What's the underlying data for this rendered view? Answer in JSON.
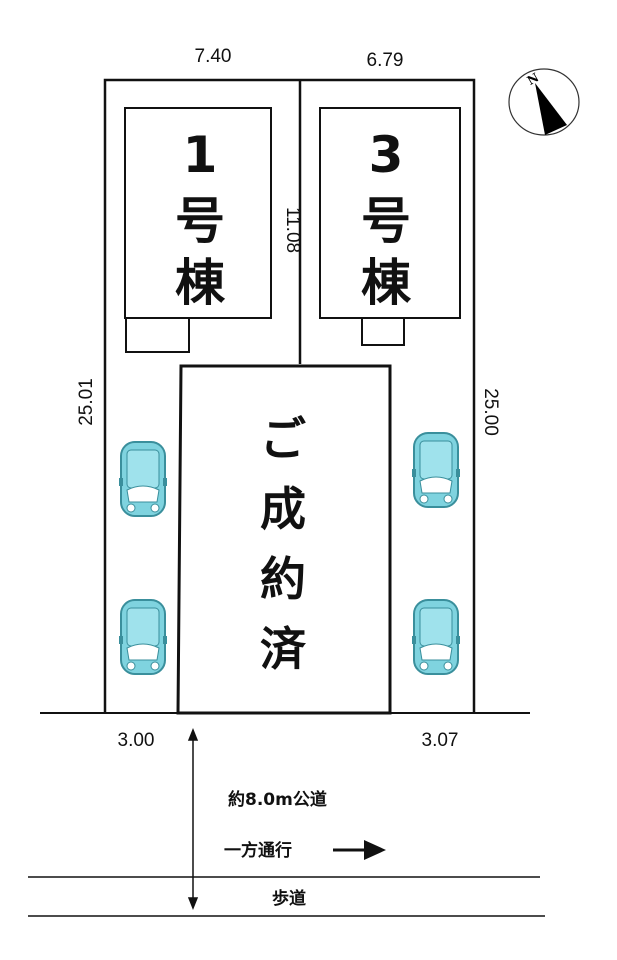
{
  "dimensions": {
    "top_left_width": "7.40",
    "top_right_width": "6.79",
    "divider_length": "11.08",
    "left_depth": "25.01",
    "right_depth": "25.00",
    "bottom_left_frontage": "3.00",
    "bottom_right_frontage": "3.07"
  },
  "buildings": [
    {
      "number": "1",
      "gou": "号",
      "tou": "棟"
    },
    {
      "number": "3",
      "gou": "号",
      "tou": "棟"
    }
  ],
  "sold_label": [
    "ご",
    "成",
    "約",
    "済"
  ],
  "road": {
    "public_road": "約8.0m公道",
    "one_way": "一方通行",
    "sidewalk": "歩道"
  },
  "compass": {
    "north_label": "N"
  },
  "colors": {
    "car": "#7fd3df",
    "line": "#111111"
  }
}
